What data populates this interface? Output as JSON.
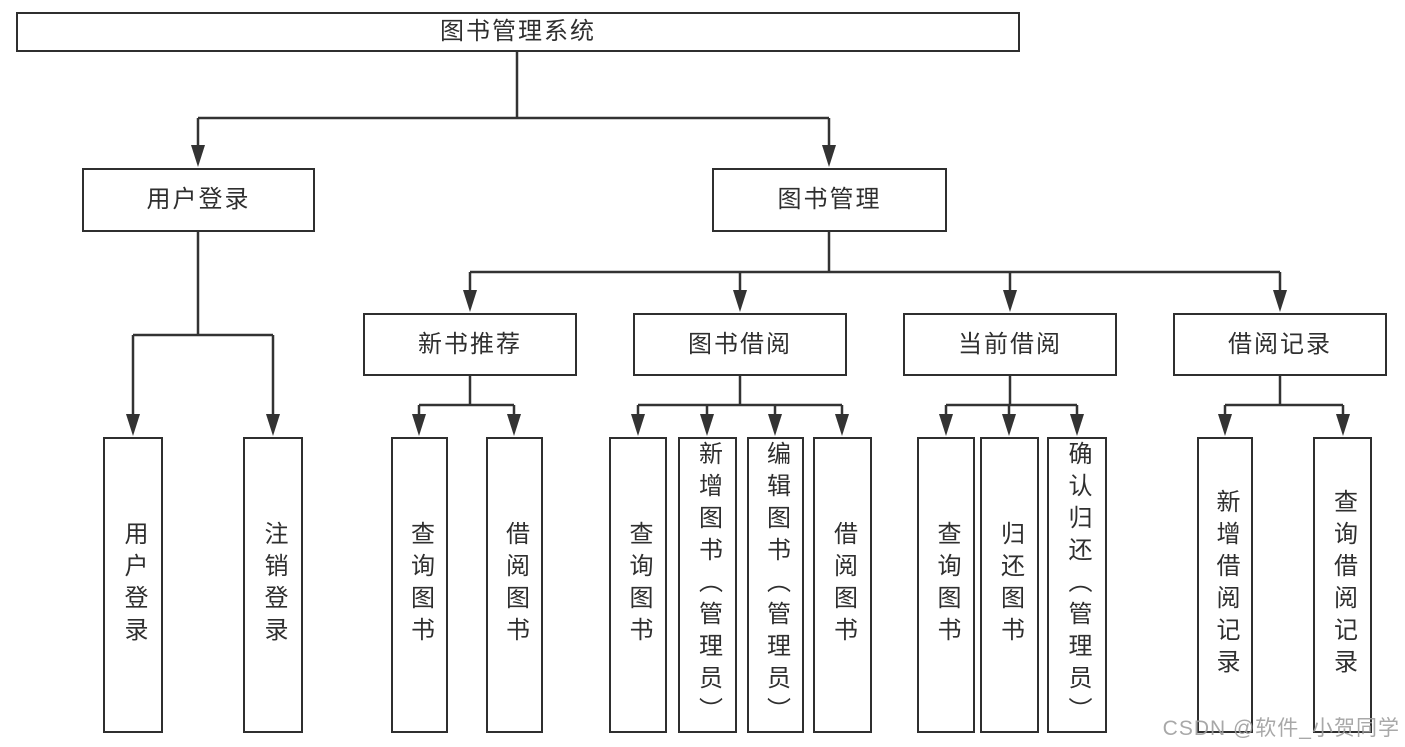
{
  "colors": {
    "line": "#333333",
    "box_border": "#2f2f2f",
    "text": "#2f2f2f",
    "background": "#ffffff",
    "watermark": "#9e9e9e"
  },
  "root": {
    "label": "图书管理系统"
  },
  "nodes": {
    "user_login": "用户登录",
    "book_mgmt": "图书管理",
    "new_book_rec": "新书推荐",
    "book_borrow": "图书借阅",
    "current_borrow": "当前借阅",
    "borrow_records": "借阅记录"
  },
  "leaves": {
    "login": [
      "用户登录",
      "注销登录"
    ],
    "rec": [
      "查询图书",
      "借阅图书"
    ],
    "borrow": [
      "查询图书",
      "新增图书（管理员）",
      "编辑图书（管理员）",
      "借阅图书"
    ],
    "current": [
      "查询图书",
      "归还图书",
      "确认归还（管理员）"
    ],
    "records": [
      "新增借阅记录",
      "查询借阅记录"
    ]
  },
  "watermark": "CSDN @软件_小贺同学"
}
